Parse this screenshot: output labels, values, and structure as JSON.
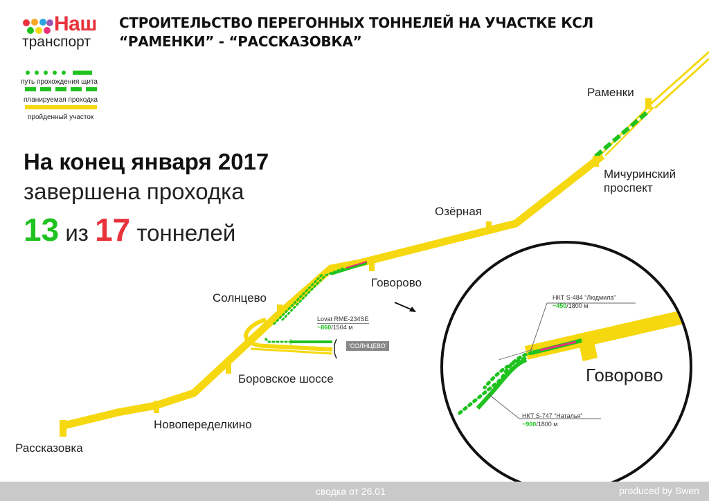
{
  "logo": {
    "title": "Наш",
    "subtitle": "транспорт"
  },
  "header": {
    "line1": "СТРОИТЕЛЬСТВО ПЕРЕГОННЫХ ТОННЕЛЕЙ НА УЧАСТКЕ КСЛ",
    "line2": "“РАМЕНКИ” - “РАССКАЗОВКА”"
  },
  "legend": {
    "items": [
      {
        "label": "путь прохождения щита",
        "color": "#1fc21f",
        "style": "dotted-then-solid"
      },
      {
        "label": "планируемая проходка",
        "color": "#1fc21f",
        "style": "dashed"
      },
      {
        "label": "пройденный участок",
        "color": "#f5d80f",
        "style": "solid"
      }
    ]
  },
  "summary": {
    "line1": "На конец января 2017",
    "line2": "завершена проходка",
    "done": "13",
    "of": "из",
    "total": "17",
    "unit": "тоннелей"
  },
  "stations": {
    "ramenki": "Раменки",
    "michurinsky_1": "Мичуринский",
    "michurinsky_2": "проспект",
    "ozernaya": "Озёрная",
    "govorovo": "Говорово",
    "solntsevo": "Солнцево",
    "borovskoe": "Боровское шоссе",
    "novoperedelkino": "Новопеределкино",
    "rasskazovka": "Рассказовка"
  },
  "shields": {
    "lovat": {
      "name": "Lovat RME-234SE",
      "done": "~860",
      "total": "/1504 м"
    },
    "lyudmila": {
      "name": "НКТ S-484 “Людмила”",
      "done": "~450",
      "total": "/1800 м"
    },
    "natalya": {
      "name": "НКТ S-747 “Наталья”",
      "done": "~900",
      "total": "/1800 м"
    }
  },
  "solntsevo_tag": "'СОЛНЦЕВО'",
  "inset": {
    "station": "Говорово"
  },
  "footer": {
    "date": "сводка от 26.01",
    "credit": "produced by Swen"
  },
  "colors": {
    "track": "#f5d80f",
    "shield": "#1fc21f",
    "cutter": "#e8327a",
    "accent": "#e8323c"
  }
}
